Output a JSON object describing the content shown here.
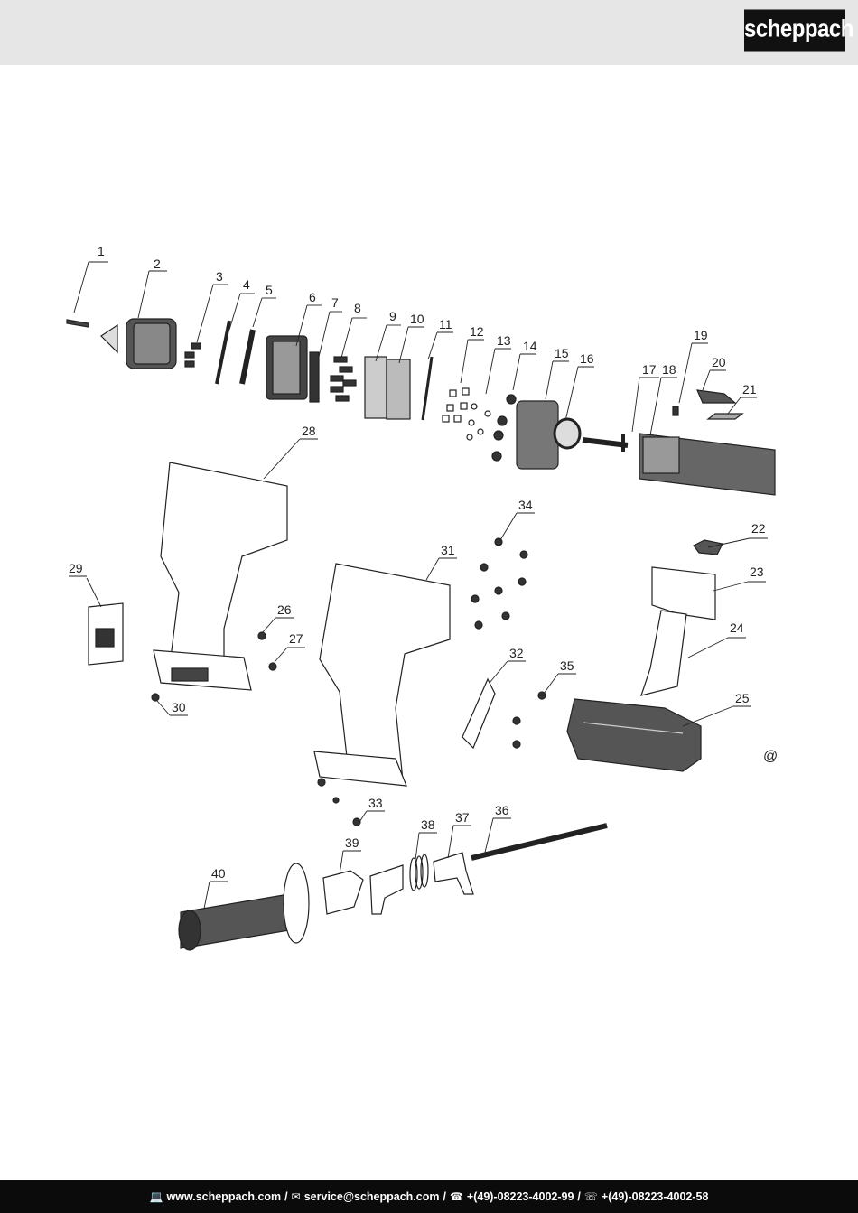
{
  "header": {
    "brand": "scheppach"
  },
  "diagram": {
    "part_numbers": [
      "1",
      "2",
      "3",
      "4",
      "5",
      "6",
      "7",
      "8",
      "9",
      "10",
      "11",
      "12",
      "13",
      "14",
      "15",
      "16",
      "17",
      "18",
      "19",
      "20",
      "21",
      "22",
      "23",
      "24",
      "25",
      "26",
      "27",
      "28",
      "29",
      "30",
      "31",
      "32",
      "33",
      "34",
      "35",
      "36",
      "37",
      "38",
      "39",
      "40"
    ],
    "corner_mark": "@"
  },
  "footer": {
    "website": "www.scheppach.com",
    "email": "service@scheppach.com",
    "phone": "+(49)-08223-4002-99",
    "fax": "+(49)-08223-4002-58",
    "separator": "/"
  }
}
